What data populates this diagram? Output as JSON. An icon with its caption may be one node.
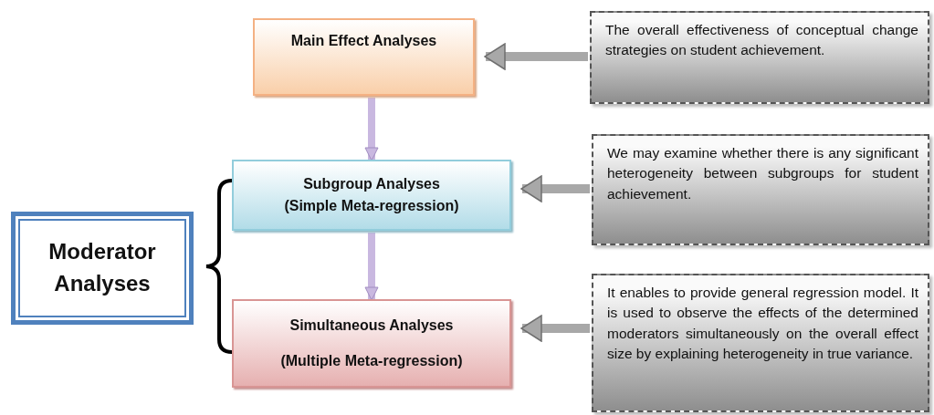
{
  "diagram": {
    "nodes": [
      {
        "text": [
          "Main Effect Analyses"
        ]
      },
      {
        "text": [
          "Subgroup Analyses",
          "(Simple Meta-regression)"
        ]
      },
      {
        "text": [
          "Simultaneous Analyses",
          "(Multiple Meta-regression)"
        ]
      },
      {
        "text": [
          "Moderator Analyses"
        ]
      },
      {
        "text": [
          "The overall effectiveness of conceptual change strategies on student achievement."
        ]
      },
      {
        "text": [
          "We may examine whether there is any significant heterogeneity between subgroups for student achievement."
        ]
      },
      {
        "text": [
          "It enables to provide general regression model. It is used to observe the effects of the determined moderators simultaneously on the overall effect size by explaining heterogeneity in true variance."
        ]
      }
    ],
    "edges": [
      {
        "from": 0,
        "to": 1,
        "arrow": "to",
        "color": "#c9b8e0"
      },
      {
        "from": 1,
        "to": 2,
        "arrow": "to",
        "color": "#c9b8e0"
      },
      {
        "from": 4,
        "to": 0,
        "arrow": "to"
      },
      {
        "from": 5,
        "to": 1,
        "arrow": "to"
      },
      {
        "from": 6,
        "to": 2,
        "arrow": "to"
      }
    ]
  }
}
